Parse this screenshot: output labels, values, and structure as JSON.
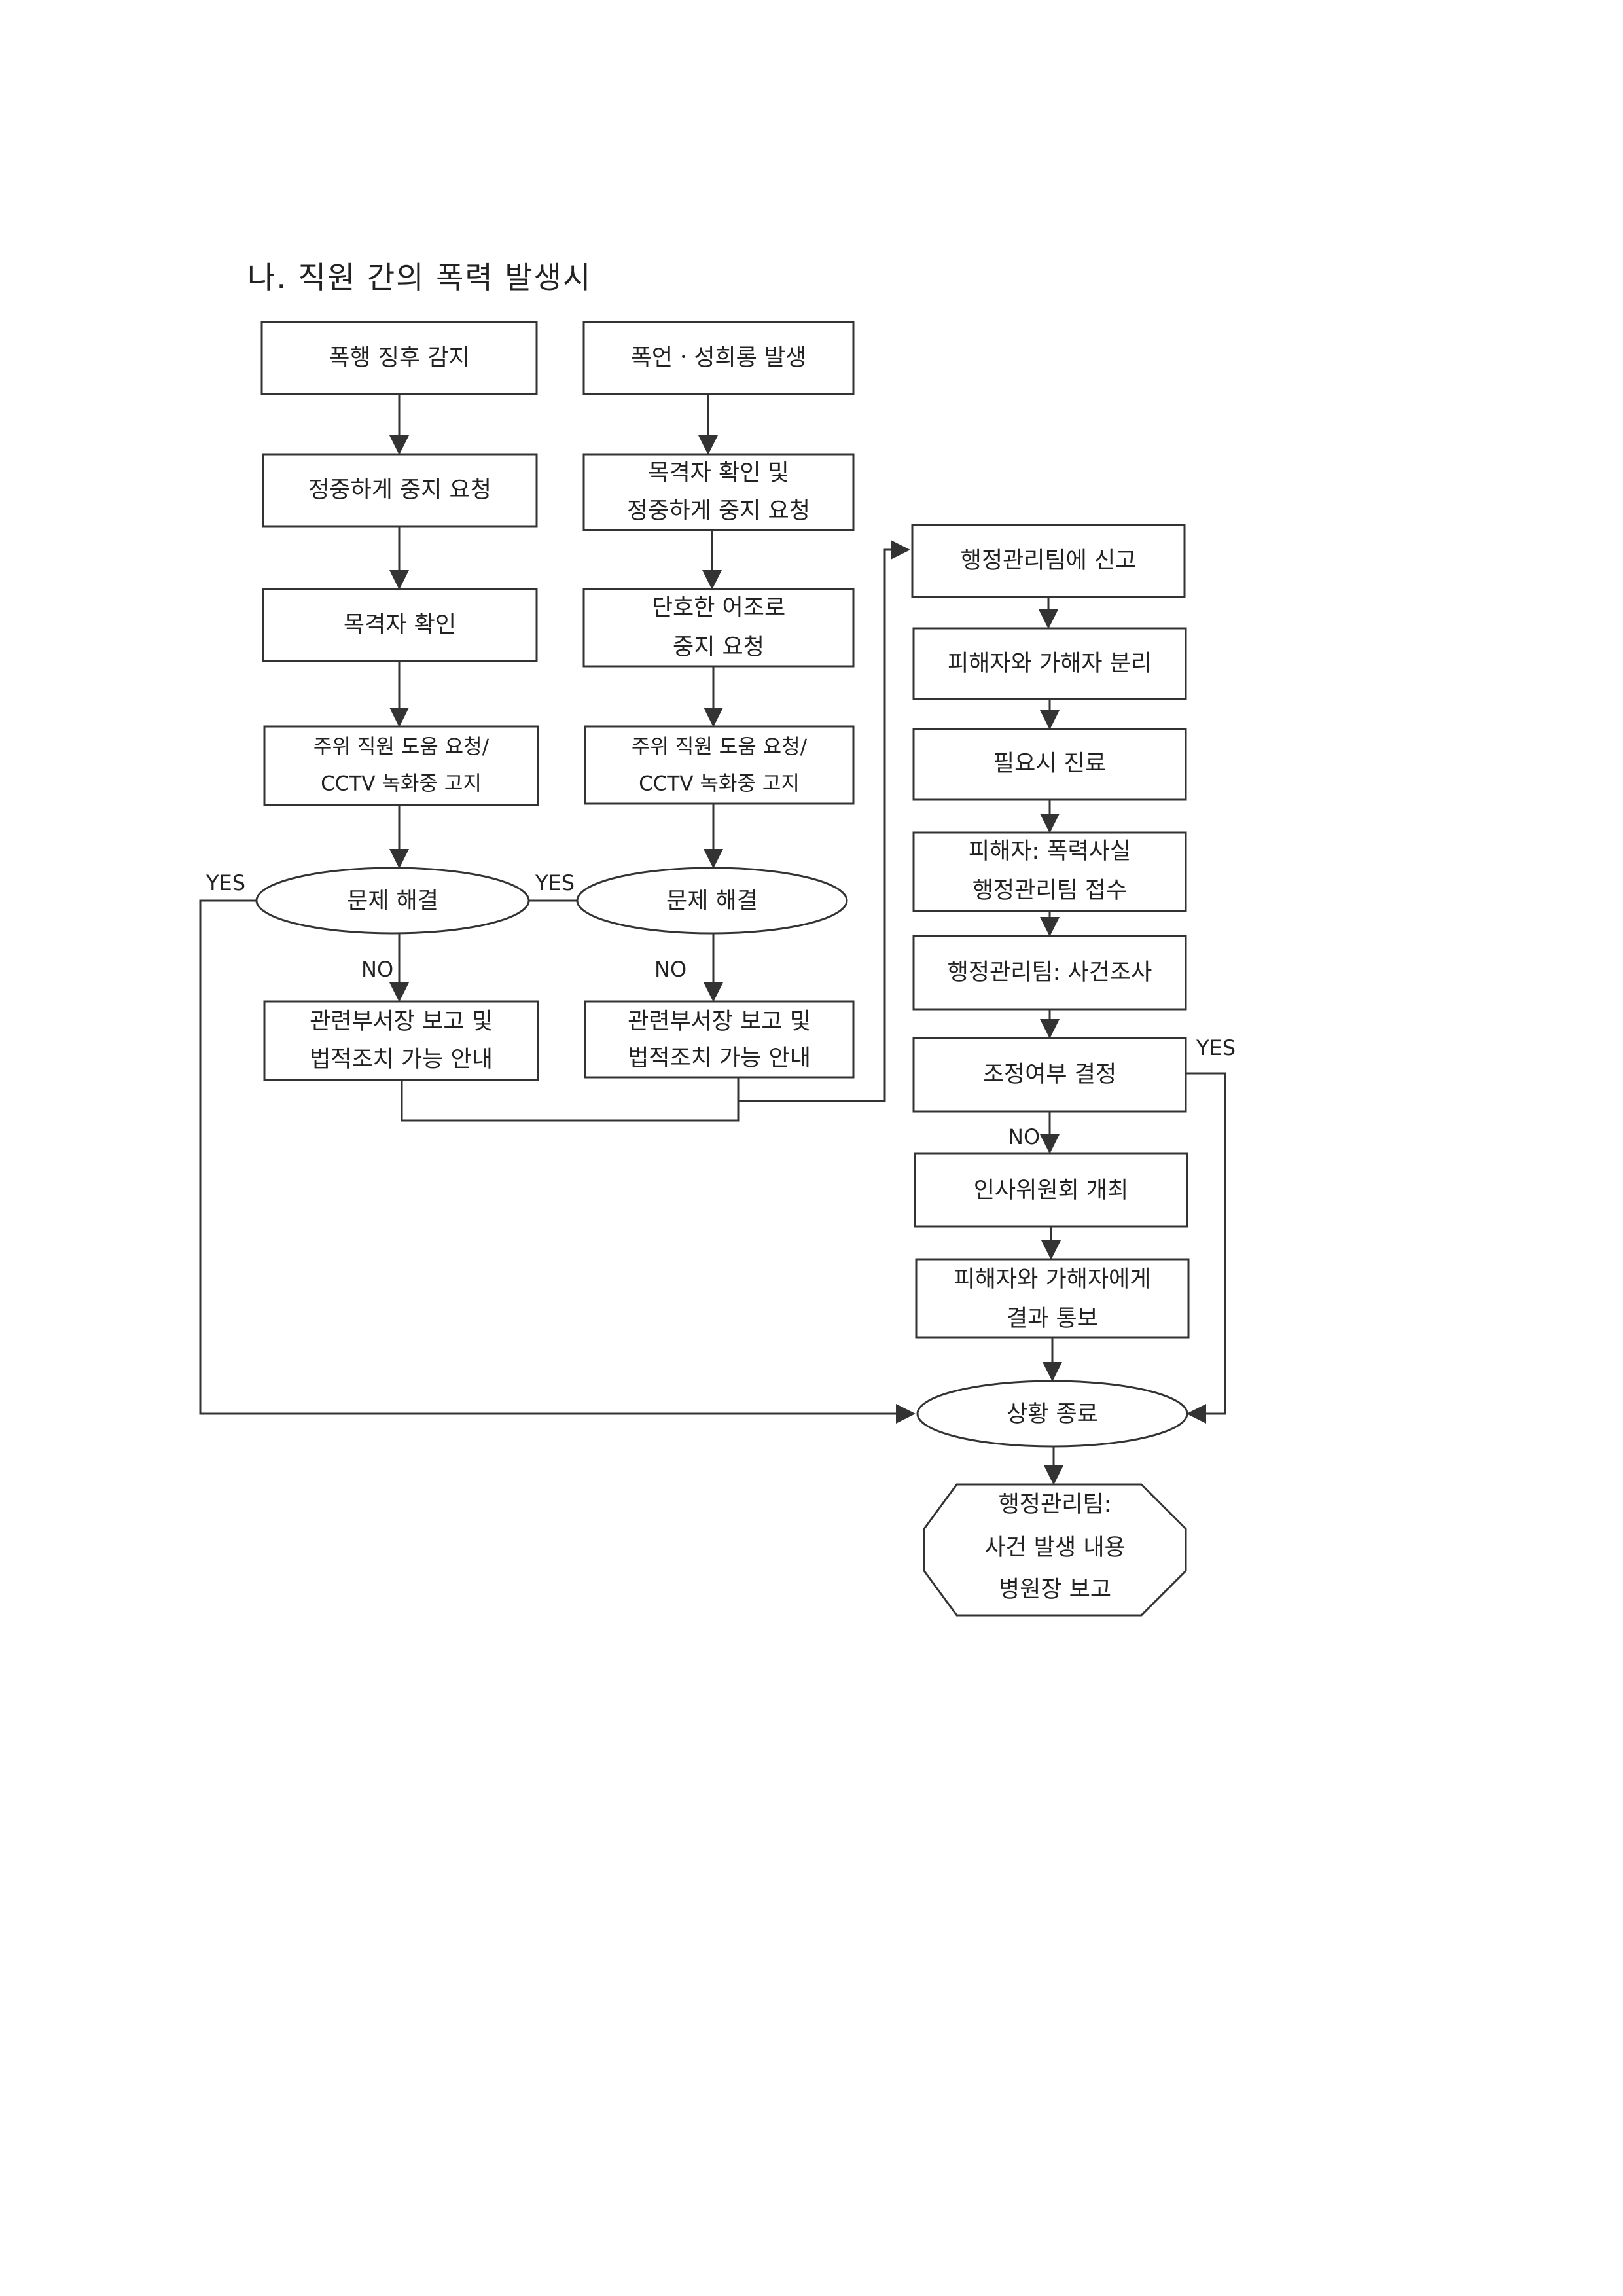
{
  "title": "나. 직원 간의 폭력 발생시",
  "left": {
    "n1": "폭행 징후 감지",
    "n2": "정중하게 중지 요청",
    "n3": "목격자 확인",
    "n4_1": "주위 직원 도움 요청/",
    "n4_2": "CCTV 녹화중 고지",
    "d1": "문제 해결",
    "yes": "YES",
    "no": "NO",
    "n5_1": "관련부서장 보고 및",
    "n5_2": "법적조치 가능 안내"
  },
  "middle": {
    "n1": "폭언ㆍ성희롱 발생",
    "n2_1": "목격자 확인 및",
    "n2_2": "정중하게 중지 요청",
    "n3_1": "단호한 어조로",
    "n3_2": "중지 요청",
    "n4_1": "주위 직원 도움 요청/",
    "n4_2": "CCTV 녹화중 고지",
    "d1": "문제 해결",
    "yes": "YES",
    "no": "NO",
    "n5_1": "관련부서장 보고 및",
    "n5_2": "법적조치 가능 안내"
  },
  "right": {
    "n1": "행정관리팀에 신고",
    "n2": "피해자와 가해자 분리",
    "n3": "필요시 진료",
    "n4_1": "피해자: 폭력사실",
    "n4_2": "행정관리팀 접수",
    "n5": "행정관리팀: 사건조사",
    "n6": "조정여부 결정",
    "yes": "YES",
    "no": "NO",
    "n7": "인사위원회 개최",
    "n8_1": "피해자와 가해자에게",
    "n8_2": "결과 통보",
    "end": "상황 종료",
    "final_1": "행정관리팀:",
    "final_2": "사건 발생 내용",
    "final_3": "병원장 보고"
  }
}
